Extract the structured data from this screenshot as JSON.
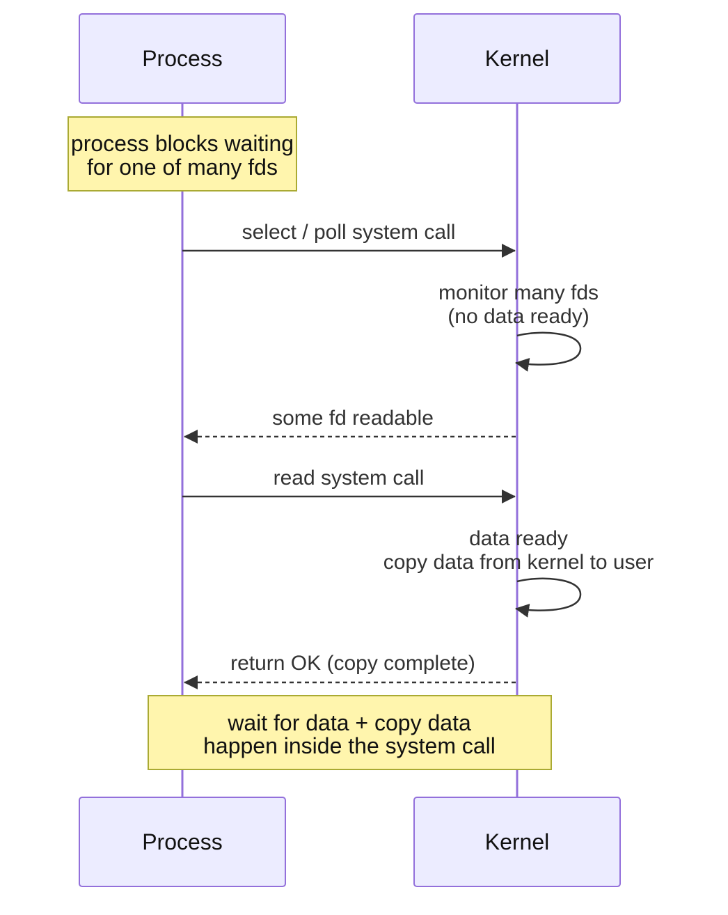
{
  "participants": {
    "process": "Process",
    "kernel": "Kernel"
  },
  "notes": {
    "top": [
      "process blocks waiting",
      "for one of many fds"
    ],
    "bottom": [
      "wait for data + copy data",
      "happen inside the system call"
    ]
  },
  "messages": {
    "select_call": "select / poll system call",
    "monitor": [
      "monitor many fds",
      "(no data ready)"
    ],
    "fd_readable": "some fd readable",
    "read_call": "read system call",
    "data_ready": [
      "data ready",
      "copy data from kernel to user"
    ],
    "return_ok": "return OK (copy complete)"
  },
  "colors": {
    "actor_fill": "#ececff",
    "actor_stroke": "#9370db",
    "note_fill": "#fff5ad",
    "note_stroke": "#aaaa33",
    "arrow": "#333333"
  }
}
